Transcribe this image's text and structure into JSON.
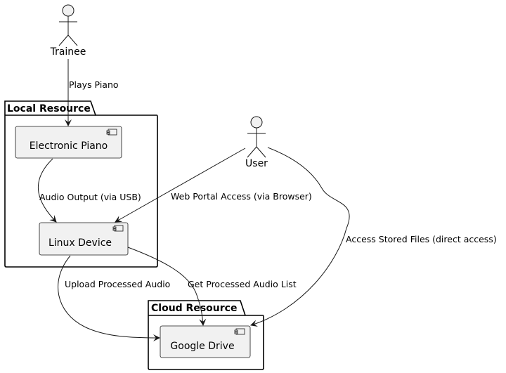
{
  "actors": {
    "trainee": "Trainee",
    "user": "User"
  },
  "packages": {
    "local": "Local Resource",
    "cloud": "Cloud Resource"
  },
  "components": {
    "piano": "Electronic Piano",
    "linux": "Linux Device",
    "drive": "Google Drive"
  },
  "edges": {
    "plays_piano": "Plays Piano",
    "audio_output": "Audio Output (via USB)",
    "web_portal": "Web Portal Access (via Browser)",
    "access_files": "Access Stored Files (direct access)",
    "upload_audio": "Upload Processed Audio",
    "get_list": "Get Processed Audio List"
  }
}
